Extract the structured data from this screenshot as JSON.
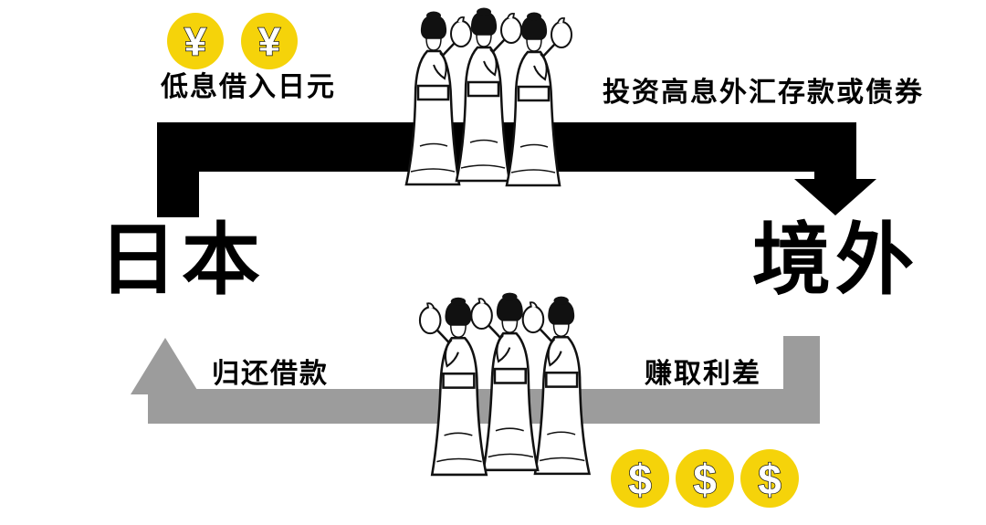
{
  "canvas": {
    "background": "#ffffff"
  },
  "nodes": {
    "left": "日本",
    "right": "境外"
  },
  "flows": {
    "top": {
      "label_left": "低息借入日元",
      "label_right": "投资高息外汇存款或债券",
      "color": "#000000"
    },
    "bottom": {
      "label_left": "归还借款",
      "label_right": "赚取利差",
      "color": "#9c9c9c"
    }
  },
  "coins": {
    "yen": {
      "symbol": "¥",
      "count": 2,
      "fill": "#f5d30a",
      "glyph_color": "#ffffff"
    },
    "dollar": {
      "symbol": "$",
      "count": 3,
      "fill": "#f5d30a",
      "glyph_color": "#ffffff"
    }
  }
}
